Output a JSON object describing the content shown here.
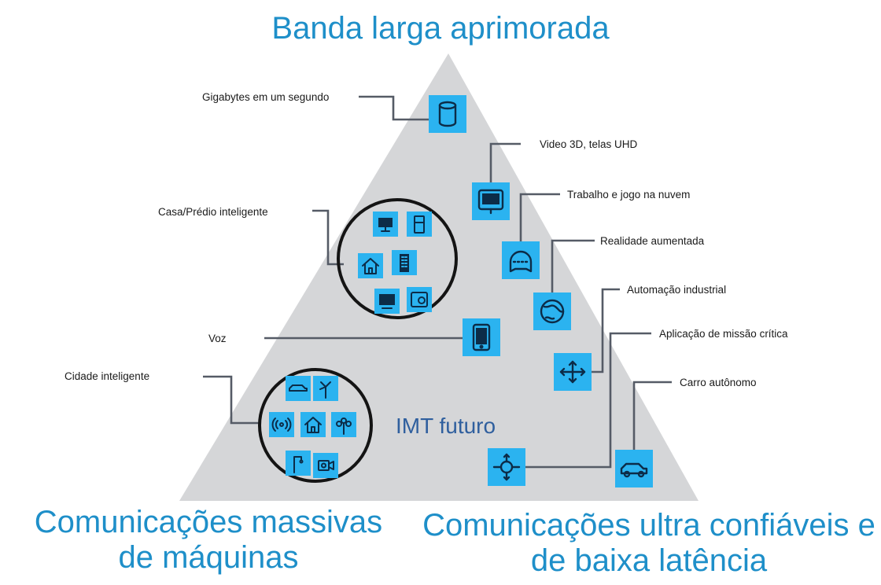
{
  "titles": {
    "top": "Banda larga aprimorada",
    "bottom_left": [
      "Comunicações massivas",
      "de máquinas"
    ],
    "bottom_right": [
      "Comunicações ultra confiáveis e",
      "de baixa latência"
    ]
  },
  "center_label": "IMT futuro",
  "labels": {
    "gigabytes": "Gigabytes em um segundo",
    "video3d": "Video 3D, telas UHD",
    "nuvem": "Trabalho e jogo na nuvem",
    "casa": "Casa/Prédio inteligente",
    "realidade": "Realidade aumentada",
    "automacao": "Automação industrial",
    "voz": "Voz",
    "missao": "Aplicação de missão crítica",
    "cidade": "Cidade inteligente",
    "carro": "Carro autônomo"
  },
  "colors": {
    "triangle": "#d5d6d8",
    "icon_bg": "#2bb3f0",
    "icon_fg": "#0c2c48",
    "title_blue": "#1e8fc9",
    "center_blue": "#2f5f9e",
    "line": "#555b66",
    "text": "#1a1a1a"
  },
  "icons": [
    "database-icon",
    "tv-screen-icon",
    "gamepad-icon",
    "globe-icon",
    "tablet-icon",
    "expand-arrows-icon",
    "network-hub-icon",
    "car-icon",
    "monitor-icon",
    "fridge-icon",
    "house-icon",
    "building-icon",
    "tv-icon",
    "washing-machine-icon",
    "wind-turbine-icon",
    "wireless-icon",
    "tree-icon",
    "streetlight-icon",
    "camera-icon"
  ]
}
